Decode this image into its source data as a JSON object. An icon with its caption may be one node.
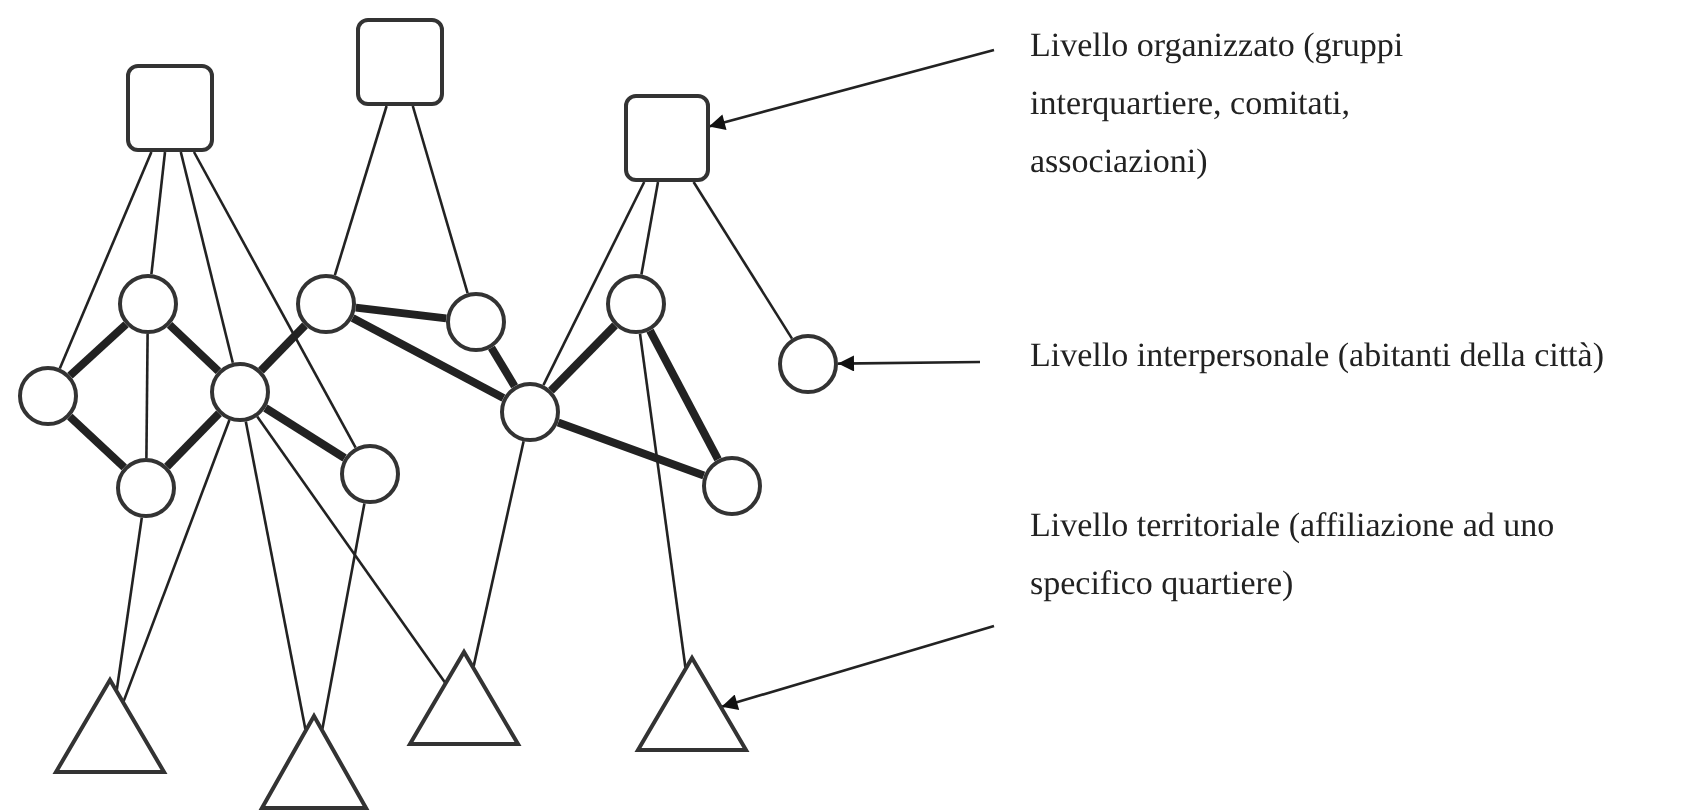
{
  "diagram": {
    "nodes": [
      {
        "text": [],
        "shape": "box"
      },
      {
        "text": [],
        "shape": "box"
      },
      {
        "text": [],
        "shape": "box"
      },
      {
        "text": [],
        "shape": "circle"
      },
      {
        "text": [],
        "shape": "circle"
      },
      {
        "text": [],
        "shape": "circle"
      },
      {
        "text": [],
        "shape": "circle"
      },
      {
        "text": [],
        "shape": "circle"
      },
      {
        "text": [],
        "shape": "circle"
      },
      {
        "text": [],
        "shape": "circle"
      },
      {
        "text": [],
        "shape": "circle"
      },
      {
        "text": [],
        "shape": "circle"
      },
      {
        "text": [],
        "shape": "circle"
      },
      {
        "text": [],
        "shape": "circle"
      },
      {
        "text": [],
        "shape": "triangle"
      },
      {
        "text": [],
        "shape": "triangle"
      },
      {
        "text": [],
        "shape": "triangle"
      },
      {
        "text": [],
        "shape": "triangle"
      },
      {
        "text": [
          "Livello organizzato (gruppi interquartiere, comitati, associazioni)"
        ]
      },
      {
        "text": [
          "Livello interpersonale (abitanti della città)"
        ]
      },
      {
        "text": [
          "Livello territoriale (affiliazione ad uno specifico quartiere)"
        ]
      }
    ],
    "edges": [
      {
        "from": 0,
        "to": 4,
        "arrow": "none"
      },
      {
        "from": 0,
        "to": 3,
        "arrow": "none"
      },
      {
        "from": 0,
        "to": 5,
        "arrow": "none"
      },
      {
        "from": 0,
        "to": 9,
        "arrow": "none"
      },
      {
        "from": 3,
        "to": 6,
        "arrow": "none"
      },
      {
        "from": 4,
        "to": 3,
        "arrow": "none",
        "style": "thick"
      },
      {
        "from": 3,
        "to": 5,
        "arrow": "none",
        "style": "thick"
      },
      {
        "from": 4,
        "to": 6,
        "arrow": "none",
        "style": "thick"
      },
      {
        "from": 6,
        "to": 5,
        "arrow": "none",
        "style": "thick"
      },
      {
        "from": 5,
        "to": 7,
        "arrow": "none",
        "style": "thick"
      },
      {
        "from": 5,
        "to": 9,
        "arrow": "none",
        "style": "thick"
      },
      {
        "from": 1,
        "to": 7,
        "arrow": "none"
      },
      {
        "from": 1,
        "to": 8,
        "arrow": "none"
      },
      {
        "from": 7,
        "to": 8,
        "arrow": "none",
        "style": "thick"
      },
      {
        "from": 7,
        "to": 10,
        "arrow": "none",
        "style": "thick"
      },
      {
        "from": 8,
        "to": 10,
        "arrow": "none",
        "style": "thick"
      },
      {
        "from": 2,
        "to": 10,
        "arrow": "none"
      },
      {
        "from": 2,
        "to": 11,
        "arrow": "none"
      },
      {
        "from": 2,
        "to": 12,
        "arrow": "none"
      },
      {
        "from": 10,
        "to": 11,
        "arrow": "none",
        "style": "thick"
      },
      {
        "from": 10,
        "to": 13,
        "arrow": "none",
        "style": "thick"
      },
      {
        "from": 11,
        "to": 13,
        "arrow": "none",
        "style": "thick"
      },
      {
        "from": 6,
        "to": 14,
        "arrow": "none"
      },
      {
        "from": 5,
        "to": 14,
        "arrow": "none"
      },
      {
        "from": 5,
        "to": 15,
        "arrow": "none"
      },
      {
        "from": 5,
        "to": 16,
        "arrow": "none"
      },
      {
        "from": 9,
        "to": 15,
        "arrow": "none"
      },
      {
        "from": 10,
        "to": 16,
        "arrow": "none"
      },
      {
        "from": 11,
        "to": 17,
        "arrow": "none"
      },
      {
        "from": 18,
        "to": 2,
        "arrow": "to"
      },
      {
        "from": 19,
        "to": 12,
        "arrow": "to"
      },
      {
        "from": 20,
        "to": 17,
        "arrow": "to"
      }
    ]
  }
}
